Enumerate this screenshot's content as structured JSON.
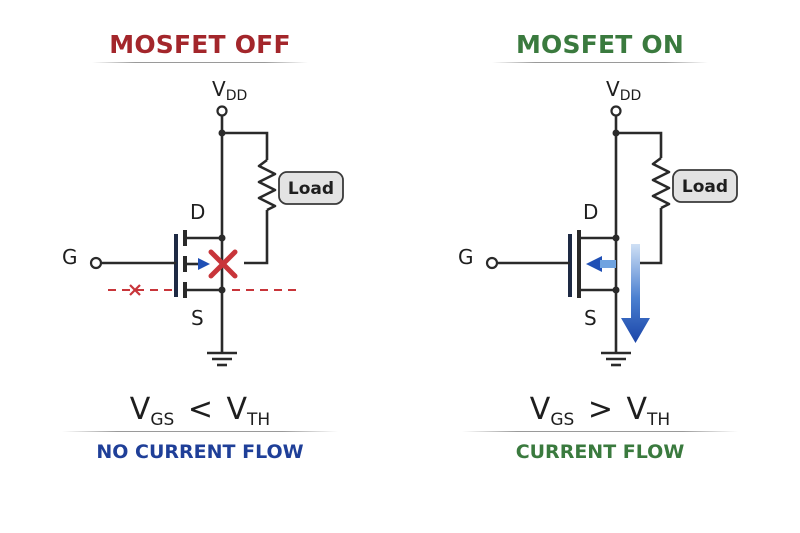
{
  "panels": [
    {
      "title": "MOSFET OFF",
      "vdd": {
        "main": "V",
        "sub": "DD"
      },
      "terminals": {
        "gate": "G",
        "drain": "D",
        "source": "S"
      },
      "load_label": "Load",
      "condition": {
        "left_main": "V",
        "left_sub": "GS",
        "operator": "<",
        "right_main": "V",
        "right_sub": "TH"
      },
      "status": "NO CURRENT FLOW"
    },
    {
      "title": "MOSFET ON",
      "vdd": {
        "main": "V",
        "sub": "DD"
      },
      "terminals": {
        "gate": "G",
        "drain": "D",
        "source": "S"
      },
      "load_label": "Load",
      "condition": {
        "left_main": "V",
        "left_sub": "GS",
        "operator": ">",
        "right_main": "V",
        "right_sub": "TH"
      },
      "status": "CURRENT FLOW"
    }
  ],
  "colors": {
    "off_title": "#a3262b",
    "on_title": "#3a7a3e",
    "off_status": "#1f3f98",
    "on_status": "#3a7a3e",
    "blocked_x": "#c8353a",
    "current_arrow": "#1f4fb5"
  }
}
